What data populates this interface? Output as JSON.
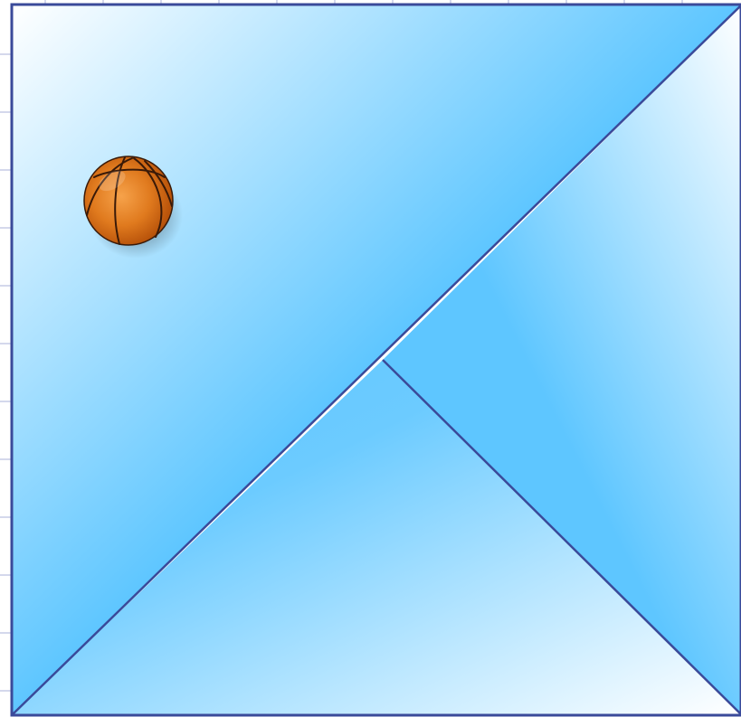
{
  "figure": {
    "shapes": [
      {
        "name": "upper-left-triangle",
        "gradient": "grad-a"
      },
      {
        "name": "right-triangle",
        "gradient": "grad-b"
      },
      {
        "name": "bottom-triangle",
        "gradient": "grad-c"
      }
    ],
    "colors": {
      "outline": "#3a4a9a",
      "sky_light": "#ffffff",
      "sky_mid": "#a8dcff",
      "sky_deep": "#5ec6ff",
      "grid_tick": "#aab0d8",
      "ball_light": "#f6a24a",
      "ball_mid": "#e07a1e",
      "ball_dark": "#b34e08",
      "ball_seam": "#3a1a08"
    },
    "objects": [
      {
        "name": "basketball-icon",
        "icon": "basketball"
      }
    ]
  }
}
